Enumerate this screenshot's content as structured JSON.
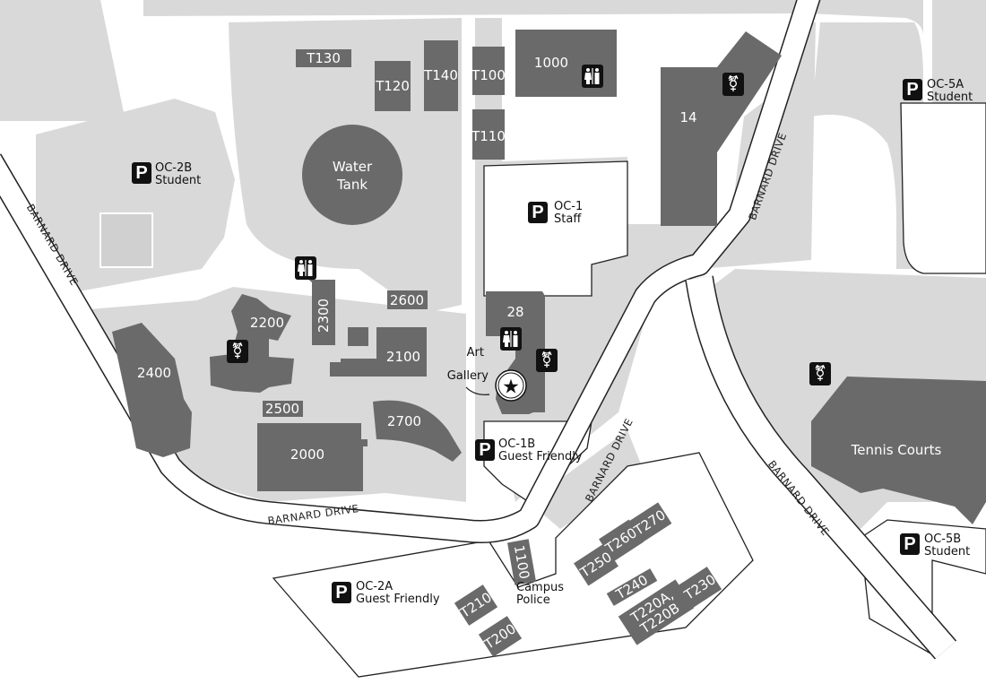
{
  "colors": {
    "zone": "#d9d9d9",
    "building": "#6a6a6a",
    "icon": "#111111",
    "road_edge": "#222222"
  },
  "buildings": {
    "t130": "T130",
    "t120": "T120",
    "t140": "T140",
    "t100": "T100",
    "t110": "T110",
    "b1000": "1000",
    "b14": "14",
    "water_tank_1": "Water",
    "water_tank_2": "Tank",
    "b2300": "2300",
    "b2600": "2600",
    "b2200": "2200",
    "b2100": "2100",
    "b2400": "2400",
    "b2500": "2500",
    "b2700": "2700",
    "b2000": "2000",
    "b28": "28",
    "tennis": "Tennis Courts",
    "b1100": "1100",
    "t250": "T250",
    "t260": "T260",
    "t270": "T270",
    "t240": "T240",
    "t220_1": "T220A,",
    "t220_2": "T220B",
    "t230": "T230",
    "t210": "T210",
    "t200": "T200"
  },
  "parking": {
    "oc2b": {
      "name": "OC-2B",
      "type": "Student"
    },
    "oc1": {
      "name": "OC-1",
      "type": "Staff"
    },
    "oc5a": {
      "name": "OC-5A",
      "type": "Student"
    },
    "oc1b": {
      "name": "OC-1B",
      "type": "Guest Friendly"
    },
    "oc2a": {
      "name": "OC-2A",
      "type": "Guest Friendly"
    },
    "oc5b": {
      "name": "OC-5B",
      "type": "Student"
    },
    "symbol": "P"
  },
  "landmarks": {
    "art_gallery_1": "Art",
    "art_gallery_2": "Gallery",
    "campus_police_1": "Campus",
    "campus_police_2": "Police"
  },
  "roads": {
    "barnard": "BARNARD DRIVE"
  },
  "icons": {
    "restroom": "restroom-icon",
    "all_gender": "all-gender-restroom-icon",
    "gallery": "star-icon",
    "parking": "parking-icon"
  },
  "glyphs": {
    "all_gender": "⚧",
    "star": "★"
  }
}
